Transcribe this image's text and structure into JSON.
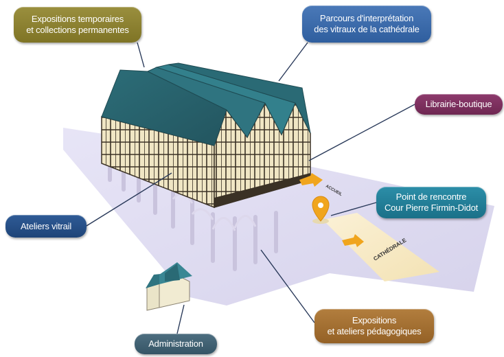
{
  "labels": {
    "expositions_temporaires": [
      "Expositions temporaires",
      "et collections permanentes"
    ],
    "parcours": [
      "Parcours d'interprétation",
      "des vitraux de la cathédrale"
    ],
    "librairie": "Librairie-boutique",
    "point_rencontre": [
      "Point de rencontre",
      "Cour Pierre Firmin-Didot"
    ],
    "ateliers_vitrail": "Ateliers vitrail",
    "expositions_ateliers": [
      "Expositions",
      "et ateliers pédagogiques"
    ],
    "administration": "Administration"
  },
  "signs": {
    "accueil": "ACCUEIL",
    "cathedrale": "CATHÉDRALE"
  },
  "colors": {
    "expositions_temporaires": "#8c8232",
    "parcours": "#3c6aab",
    "librairie": "#7e305f",
    "point_rencontre": "#237f98",
    "ateliers_vitrail": "#264e87",
    "expositions_ateliers": "#a36f32",
    "administration": "#41606f",
    "roof": "#2f7480",
    "timber_wall": "#f2ead0",
    "timber_beam": "#3a3125",
    "floor_plane": "#d9d5ef",
    "marker": "#f0a51e"
  }
}
